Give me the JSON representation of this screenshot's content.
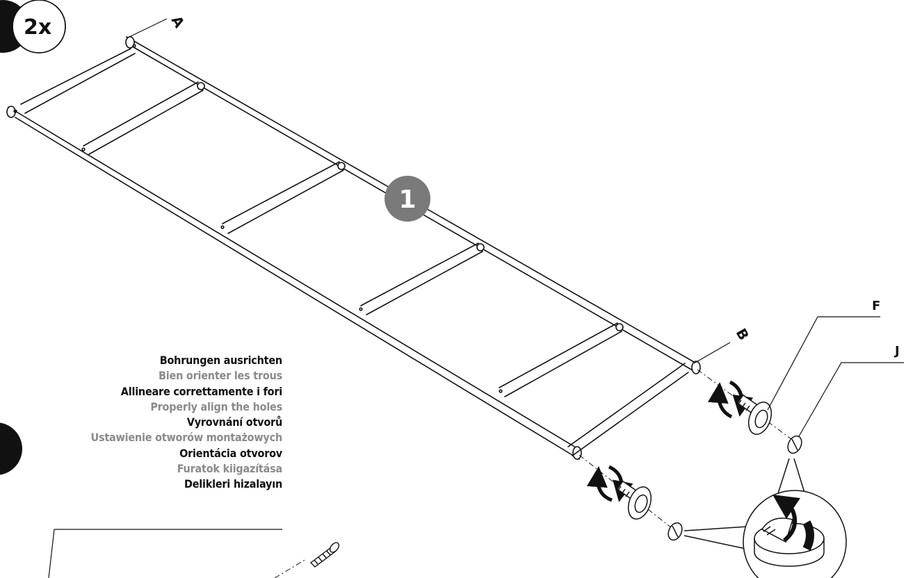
{
  "step": {
    "multiplier": "2x",
    "badge_number": "1"
  },
  "part_labels": {
    "a": "A",
    "b": "B",
    "f": "F",
    "j": "J"
  },
  "instructions": [
    {
      "text": "Bohrungen ausrichten",
      "tone": "dark"
    },
    {
      "text": "Bien orienter les trous",
      "tone": "grey"
    },
    {
      "text": "Allineare correttamente i fori",
      "tone": "dark"
    },
    {
      "text": "Properly align the holes",
      "tone": "grey"
    },
    {
      "text": "Vyrovnání otvorů",
      "tone": "dark"
    },
    {
      "text": "Ustawienie otworów montażowych",
      "tone": "grey"
    },
    {
      "text": "Orientácia otvorov",
      "tone": "dark"
    },
    {
      "text": "Furatok kiigazítása",
      "tone": "grey"
    },
    {
      "text": "Delikleri hizalayın",
      "tone": "dark"
    }
  ],
  "colors": {
    "line": "#111111",
    "badge_fill": "#7a7a7a",
    "badge_text": "#ffffff",
    "grey_text": "#8a8a8a",
    "dark_text": "#111111"
  }
}
